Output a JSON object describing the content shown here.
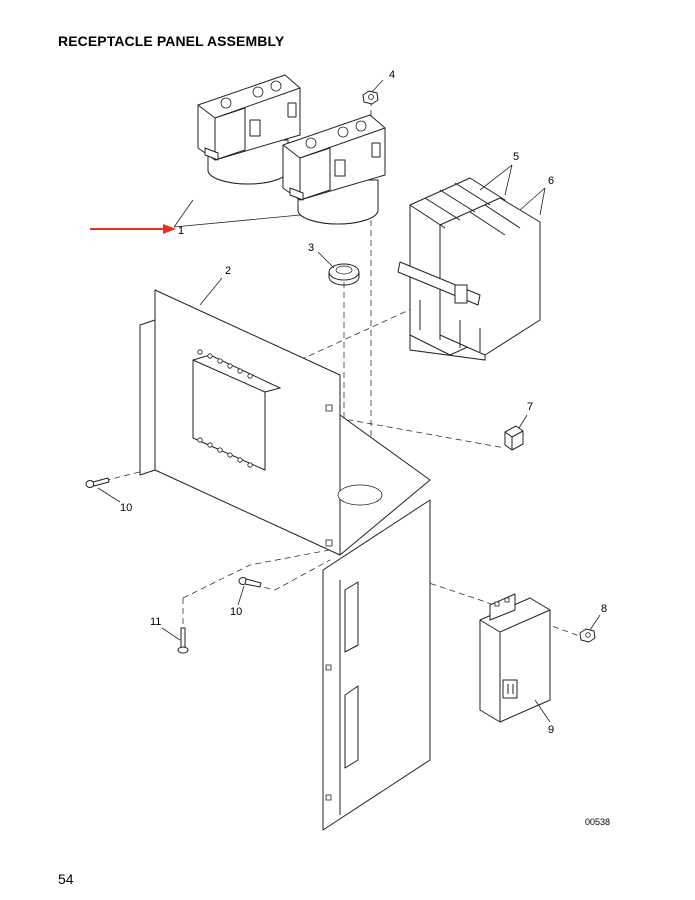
{
  "title": "RECEPTACLE PANEL ASSEMBLY",
  "page_number": "54",
  "drawing_number": "00538",
  "callouts": {
    "c1": "1",
    "c2": "2",
    "c3": "3",
    "c4": "4",
    "c5": "5",
    "c6": "6",
    "c7": "7",
    "c8": "8",
    "c9": "9",
    "c10a": "10",
    "c10b": "10",
    "c11": "11"
  },
  "colors": {
    "pointer_arrow": "#e8321e",
    "line_art": "#222222"
  }
}
